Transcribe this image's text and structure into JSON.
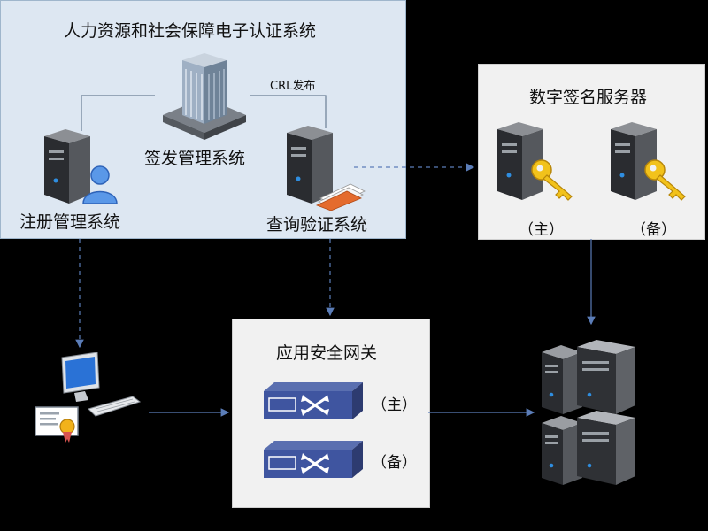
{
  "ca_system": {
    "title": "人力资源和社会保障电子认证系统",
    "registration": "注册管理系统",
    "issuance": "签发管理系统",
    "query": "查询验证系统",
    "crl_label": "CRL发布"
  },
  "signature_service": {
    "title": "数字签名服务器",
    "primary": "（主）",
    "backup": "（备）"
  },
  "gateway": {
    "title": "应用安全网关",
    "primary": "（主）",
    "backup": "（备）"
  },
  "colors": {
    "background": "#000000",
    "ca_panel": "#dde7f2",
    "grey_panel": "#f1f1f1",
    "connector": "#5b7db8"
  }
}
